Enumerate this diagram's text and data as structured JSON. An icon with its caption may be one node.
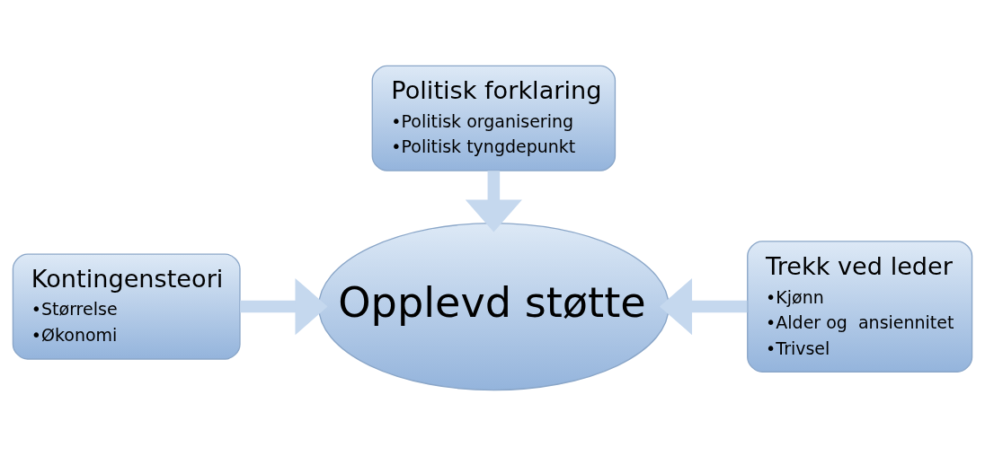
{
  "diagram": {
    "nodes": [
      {
        "text": [
          "Politisk forklaring",
          "•Politisk organisering",
          "•Politisk tyngdepunkt"
        ]
      },
      {
        "text": [
          "Kontingensteori",
          "•Størrelse",
          "•Økonomi"
        ]
      },
      {
        "text": [
          "Opplevd støtte"
        ]
      },
      {
        "text": [
          "Trekk ved leder",
          "•Kjønn",
          "•Alder og  ansiennitet",
          "•Trivsel"
        ]
      }
    ],
    "edges": [
      {
        "from": 0,
        "to": 2,
        "arrow": "to"
      },
      {
        "from": 1,
        "to": 2,
        "arrow": "to"
      },
      {
        "from": 3,
        "to": 2,
        "arrow": "to"
      }
    ]
  }
}
